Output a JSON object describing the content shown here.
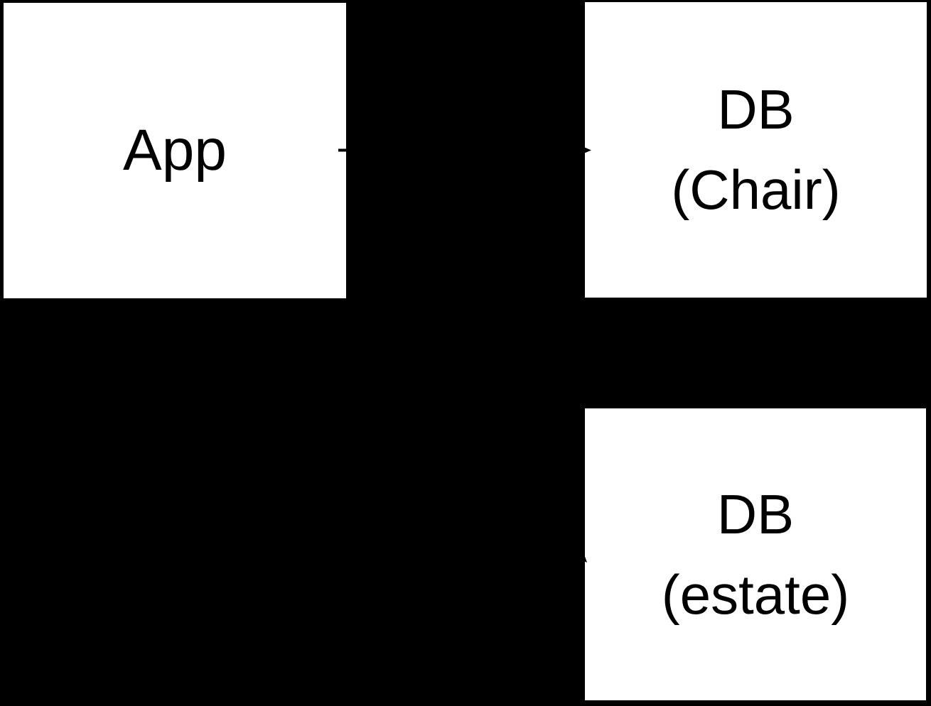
{
  "colors": {
    "background": "#000000",
    "node_fill": "#ffffff",
    "text": "#000000",
    "arrow": "#000000"
  },
  "diagram": {
    "type": "architecture-diagram",
    "nodes": {
      "app": {
        "label": "App",
        "line1": "App"
      },
      "db_chair": {
        "label": "DB (Chair)",
        "line1": "DB",
        "line2": "(Chair)"
      },
      "db_estate": {
        "label": "DB (estate)",
        "line1": "DB",
        "line2": "(estate)"
      }
    },
    "edges": [
      {
        "from": "App",
        "to": "DB (Chair)",
        "style": "arrow-right"
      },
      {
        "from": "App",
        "to": "DB (estate)",
        "style": "arrow-diagonal-down-right"
      }
    ]
  }
}
